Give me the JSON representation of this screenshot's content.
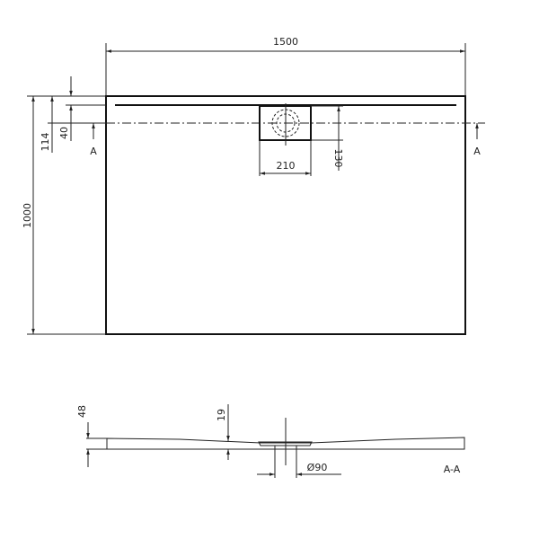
{
  "drawing": {
    "width_label": "1500",
    "length_label": "1000",
    "offset_114_label": "114",
    "offset_40_label": "40",
    "drain_width_label": "210",
    "drain_depth_label": "130",
    "section_marker_left": "A",
    "section_marker_right": "A",
    "thickness_label": "48",
    "drain_height_label": "19",
    "drain_diameter_label": "Ø90",
    "section_title": "A-A"
  }
}
